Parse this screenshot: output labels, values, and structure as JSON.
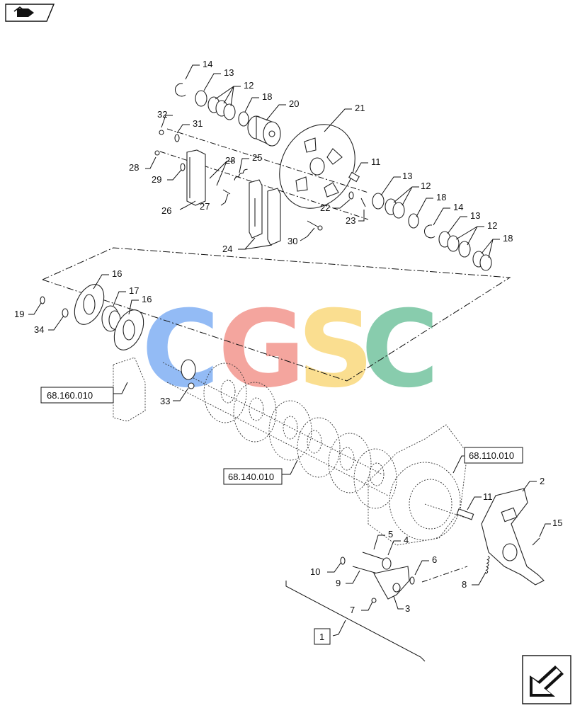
{
  "watermark": {
    "letters": [
      "C",
      "G",
      "S",
      "C"
    ],
    "colors": [
      "#4d8ef0",
      "#ee6b5e",
      "#f7c948",
      "#3aab78"
    ]
  },
  "callouts": [
    "14",
    "13",
    "12",
    "18",
    "20",
    "21",
    "32",
    "31",
    "28",
    "25",
    "29",
    "26",
    "27",
    "28",
    "11",
    "13",
    "12",
    "18",
    "22",
    "23",
    "14",
    "13",
    "12",
    "18",
    "30",
    "24",
    "16",
    "17",
    "16",
    "19",
    "34",
    "33",
    "2",
    "15",
    "11",
    "5",
    "4",
    "6",
    "10",
    "9",
    "8",
    "7",
    "3"
  ],
  "ref_boxes": [
    "68.160.010",
    "68.140.010",
    "68.110.010",
    "1"
  ],
  "icons": {
    "top_left": "catalog-nav-icon",
    "bottom_right": "next-page-arrow-icon"
  },
  "colors": {
    "line": "#111111",
    "background": "#ffffff"
  }
}
